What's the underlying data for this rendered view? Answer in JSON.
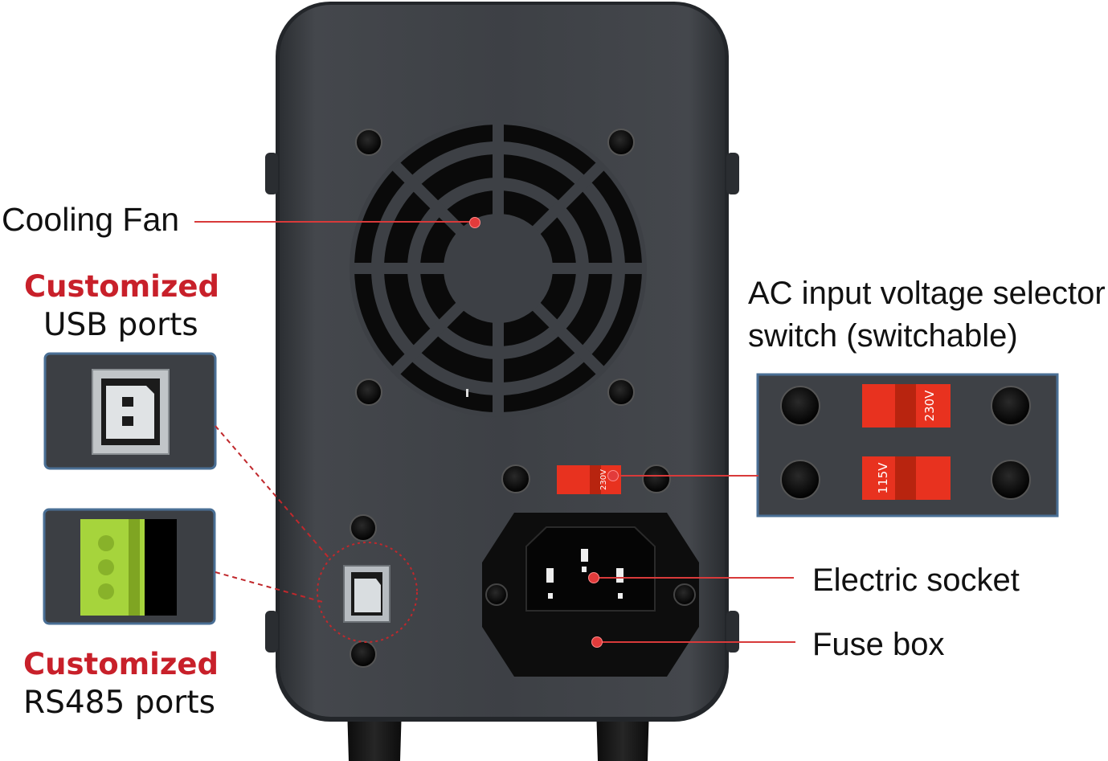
{
  "labels": {
    "cooling_fan": "Cooling Fan",
    "usb_customized": "Customized",
    "usb_ports": "USB ports",
    "rs485_customized": "Customized",
    "rs485_ports": "RS485 ports",
    "ac_selector_line1": "AC input voltage selector",
    "ac_selector_line2": "switch (switchable)",
    "electric_socket": "Electric socket",
    "fuse_box": "Fuse box"
  },
  "switch_marks": {
    "panel_switch": "230V",
    "inset_top": "230V",
    "inset_bottom": "115V"
  },
  "colors": {
    "accent_red": "#c8202a",
    "leader_red": "#d83a3a",
    "switch_red": "#e8321f",
    "enclosure": "#3b3e43",
    "inset_border": "#4a6f95",
    "rs485_green": "#a6d43c"
  }
}
